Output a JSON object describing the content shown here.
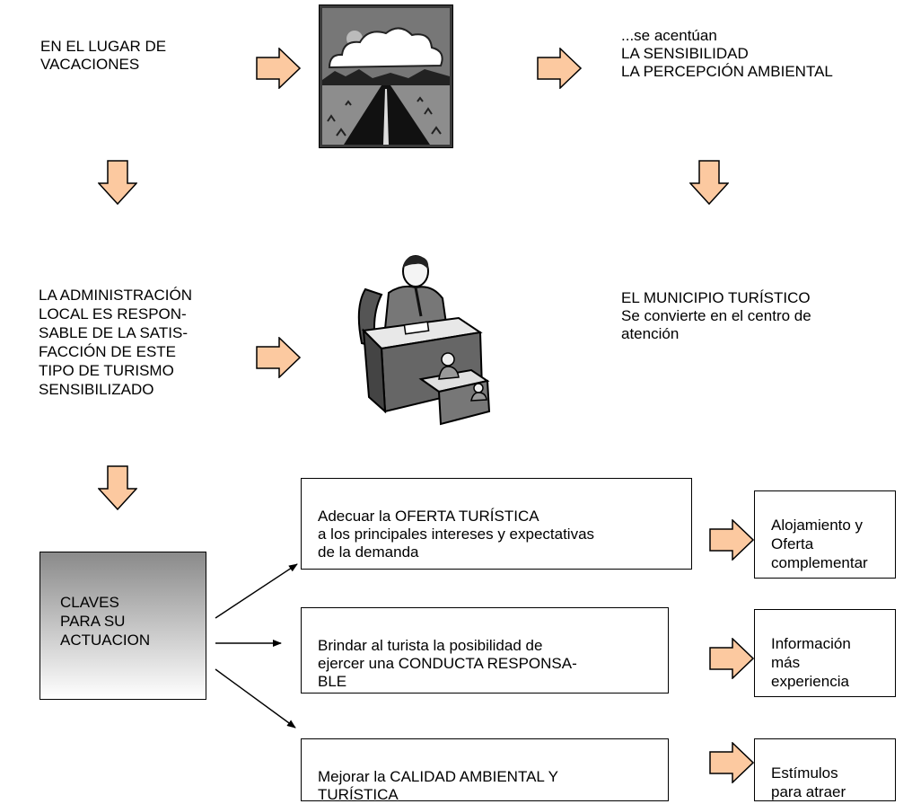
{
  "colors": {
    "arrow_fill": "#FCC9A0",
    "arrow_stroke": "#000000",
    "gradient_start": "#8A8A8A",
    "gradient_end": "#FFFFFF",
    "text": "#000000"
  },
  "icons": {
    "landscape": "road-landscape-icon",
    "office": "office-worker-icon"
  },
  "top": {
    "left_text": "EN EL LUGAR DE\nVACACIONES",
    "right_text": "...se acentúan\nLA SENSIBILIDAD\nLA PERCEPCIÓN AMBIENTAL"
  },
  "middle": {
    "left_text": "LA ADMINISTRACIÓN\nLOCAL ES RESPON-\nSABLE DE LA  SATIS-\nFACCIÓN DE ESTE\nTIPO DE TURISMO\nSENSIBILIZADO",
    "right_text": "EL MUNICIPIO TURÍSTICO\nSe convierte en el centro de\natención"
  },
  "claves": {
    "label": "CLAVES\nPARA SU\nACTUACION"
  },
  "actions": [
    {
      "text": "Adecuar la OFERTA TURÍSTICA\na los principales intereses y expectativas\nde la demanda",
      "result": "Alojamiento y\nOferta\ncomplementar"
    },
    {
      "text": "Brindar al turista la posibilidad de\nejercer una CONDUCTA RESPONSA-\nBLE",
      "result": "Información\nmás\nexperiencia"
    },
    {
      "text": "Mejorar la CALIDAD AMBIENTAL Y\nTURÍSTICA",
      "result": "Estímulos\npara atraer"
    }
  ]
}
